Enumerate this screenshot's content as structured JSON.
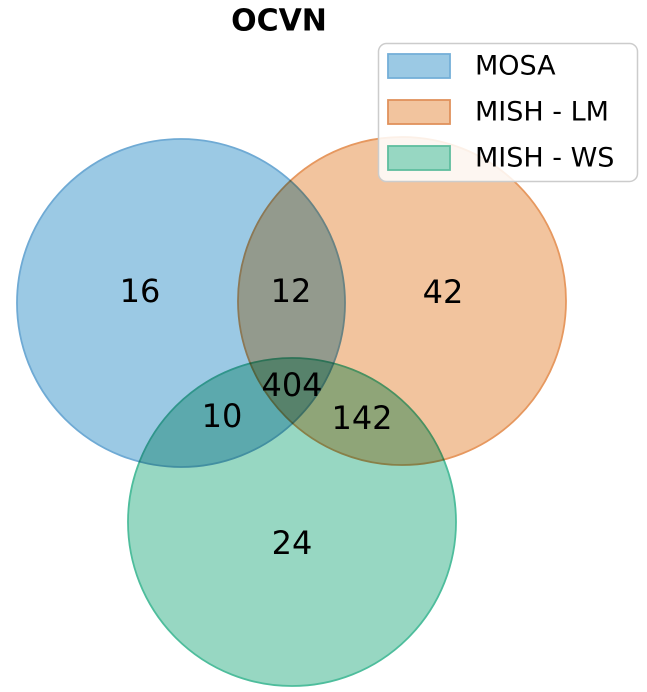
{
  "figure": {
    "title": "OCVN"
  },
  "venn": {
    "sets": [
      {
        "label": "MOSA",
        "fill": "#9bc9e4",
        "stroke": "#6faad4",
        "legend_fill": "#9bc9e4",
        "legend_border": "#74afd8"
      },
      {
        "label": "MISH - LM",
        "fill": "#f2c49e",
        "stroke": "#e6985f",
        "legend_fill": "#f2c49e",
        "legend_border": "#e0915c"
      },
      {
        "label": "MISH - WS",
        "fill": "#97d7c2",
        "stroke": "#4ebd9c",
        "legend_fill": "#97d7c2",
        "legend_border": "#5fbd9e"
      }
    ],
    "labels": {
      "mosa_only": "16",
      "mosa_lm": "12",
      "lm_only": "42",
      "mosa_ws": "10",
      "all_three": "404",
      "lm_ws": "142",
      "ws_only": "24"
    }
  },
  "chart_data": {
    "type": "venn",
    "title": "OCVN",
    "sets": [
      "MOSA",
      "MISH - LM",
      "MISH - WS"
    ],
    "regions": {
      "MOSA_only": 16,
      "MISH-LM_only": 42,
      "MISH-WS_only": 24,
      "MOSA_and_MISH-LM": 12,
      "MOSA_and_MISH-WS": 10,
      "MISH-LM_and_MISH-WS": 142,
      "MOSA_and_MISH-LM_and_MISH-WS": 404
    },
    "legend_entries": [
      "MOSA",
      "MISH - LM",
      "MISH - WS"
    ],
    "legend_position": "upper-right",
    "colors": {
      "MOSA": "#9bc9e4",
      "MISH - LM": "#f2c49e",
      "MISH - WS": "#97d7c2"
    }
  }
}
